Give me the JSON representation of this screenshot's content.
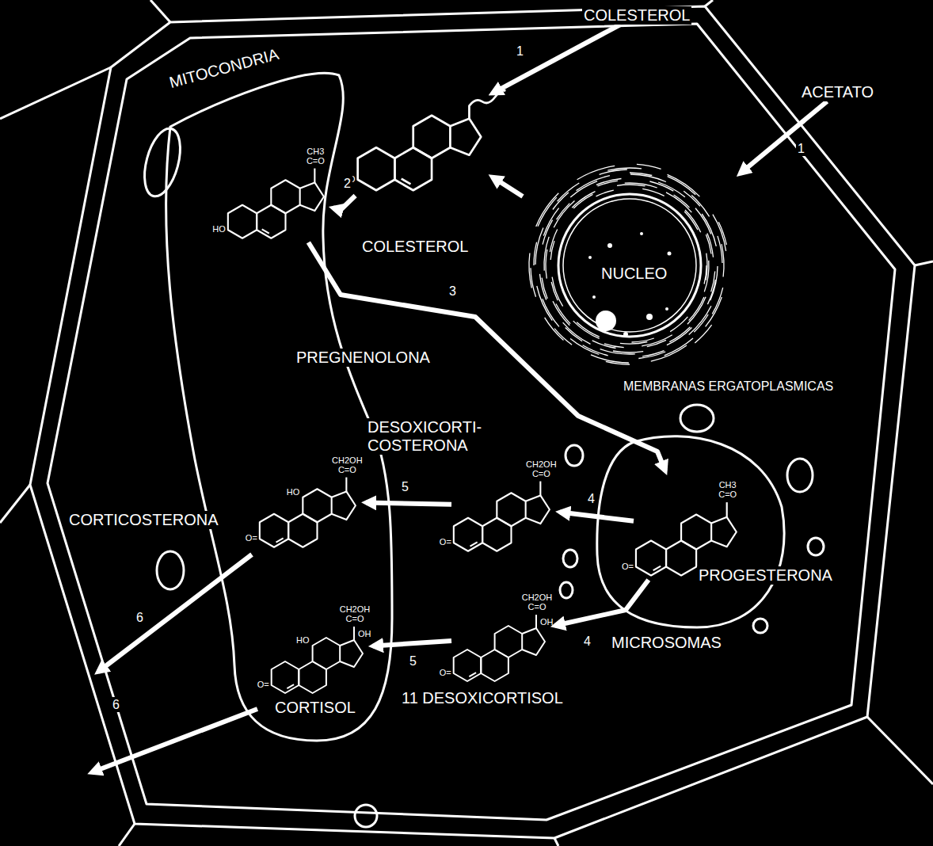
{
  "diagram": {
    "nodes": [
      {
        "text": [
          "COLESTEROL"
        ]
      },
      {
        "text": [
          "ACETATO"
        ]
      },
      {
        "text": [
          "MITOCONDRIA"
        ]
      },
      {
        "text": [
          "NUCLEO",
          "MEMBRANAS ERGATOPLASMICAS"
        ]
      },
      {
        "text": [
          "MICROSOMAS"
        ]
      },
      {
        "text": [
          "COLESTEROL",
          "HO"
        ]
      },
      {
        "text": [
          "PREGNENOLONA",
          "CH3 C=O",
          "HO"
        ],
        "in": 2
      },
      {
        "text": [
          "PROGESTERONA",
          "CH3 C=O",
          "O="
        ],
        "in": 4
      },
      {
        "text": [
          "DESOXICORTI- COSTERONA",
          "CH2OH C=O",
          "O="
        ]
      },
      {
        "text": [
          "CORTICOSTERONA",
          "CH2OH C=O",
          "HO",
          "O="
        ],
        "in": 2
      },
      {
        "text": [
          "11 DESOXICORTISOL",
          "CH2OH C=O",
          "OH",
          "O="
        ]
      },
      {
        "text": [
          "CORTISOL",
          "CH2OH C=O",
          "HO",
          "OH",
          "O="
        ],
        "in": 2
      }
    ],
    "edges": [
      {
        "from": 0,
        "to": 5,
        "label": "1",
        "arrow": "to"
      },
      {
        "from": 1,
        "to": 3,
        "label": "1",
        "arrow": "to"
      },
      {
        "from": 3,
        "to": 5,
        "arrow": "to"
      },
      {
        "from": 5,
        "to": 6,
        "label": "2",
        "arrow": "to"
      },
      {
        "from": 6,
        "to": 7,
        "label": "3",
        "arrow": "to"
      },
      {
        "from": 7,
        "to": 8,
        "label": "4",
        "arrow": "to"
      },
      {
        "from": 7,
        "to": 10,
        "label": "4",
        "arrow": "to"
      },
      {
        "from": 8,
        "to": 9,
        "label": "5",
        "arrow": "to"
      },
      {
        "from": 10,
        "to": 11,
        "label": "5",
        "arrow": "to"
      }
    ],
    "labels": [
      "6",
      "6"
    ]
  }
}
